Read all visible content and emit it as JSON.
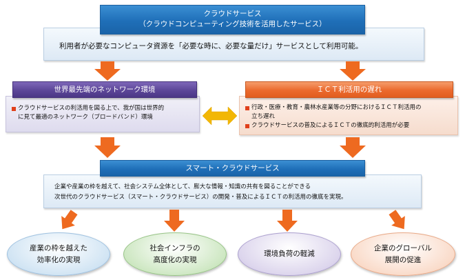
{
  "top": {
    "title_line1": "クラウドサービス",
    "title_line2": "（クラウドコンピューティング技術を活用したサービス）",
    "description": "利用者が必要なコンピュータ資源を「必要な時に、必要な量だけ」サービスとして利用可能。"
  },
  "left": {
    "title": "世界最先端のネットワーク環境",
    "bullet_line1": "クラウドサービスの利活用を図る上で、我が国は世界的",
    "bullet_line2": "に見て最適のネットワーク（ブロードバンド）環境"
  },
  "right": {
    "title": "ＩＣＴ利活用の遅れ",
    "bullet1_line1": "行政・医療・教育・農林水産業等の分野におけるＩＣＴ利活用の",
    "bullet1_line2": "立ち遅れ",
    "bullet2_line1": "クラウドサービスの普及によるＩＣＴの徹底的利活用が必要"
  },
  "smart": {
    "title": "スマート・クラウドサービス",
    "desc_line1": "企業や産業の枠を越えて、社会システム全体として、膨大な情報・知識の共有を図ることができる",
    "desc_line2": "次世代のクラウドサービス（スマート・クラウドサービス）の開発・普及によるＩＣＴの利活用の徹底を実現。"
  },
  "outcomes": [
    {
      "line1": "産業の枠を越えた",
      "line2": "効率化の実現"
    },
    {
      "line1": "社会インフラの",
      "line2": "高度化の実現"
    },
    {
      "line1": "環境負荷の軽減",
      "line2": ""
    },
    {
      "line1": "企業のグローバル",
      "line2": "展開の促進"
    }
  ],
  "colors": {
    "arrow": "#ee6a20",
    "blue": "#1f6fb8",
    "purple": "#5c4698",
    "orange": "#eb6a2e",
    "bullet": "#e0401b",
    "double_arrow": "#f2b705"
  }
}
